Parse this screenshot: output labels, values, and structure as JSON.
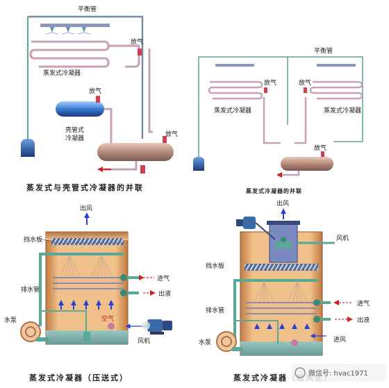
{
  "top_left": {
    "balance_pipe": "平衡管",
    "vent_1": "放气",
    "vent_2": "放气",
    "vent_3": "放气",
    "evap_condenser": "蒸发式冷凝器",
    "shell_tube_line1": "壳管式",
    "shell_tube_line2": "冷凝器",
    "caption": "蒸发式与壳管式冷凝器的并联"
  },
  "top_right": {
    "balance_pipe": "平衡管",
    "vent_1": "放气",
    "vent_2": "放气",
    "vent_3": "放气",
    "evap_condenser_1": "蒸发式冷凝器",
    "evap_condenser_2": "蒸发式冷凝器",
    "caption": "蒸发式冷凝器的并联"
  },
  "bottom_left": {
    "air_out": "出风",
    "drift_eliminator": "挡水板",
    "drain_pipe": "排水管",
    "air": "空气",
    "gas_in": "进气",
    "liquid_out": "出液",
    "pump": "水泵",
    "fan": "风机",
    "caption": "蒸发式冷凝器（压送式）"
  },
  "bottom_right": {
    "air_out": "出风",
    "fan": "风机",
    "drift_eliminator": "挡水板",
    "drain_pipe": "排水管",
    "gas_in": "进气",
    "liquid_out": "出液",
    "pump": "水泵",
    "air_in": "进风",
    "caption": "蒸发式冷凝器（吸风式）"
  },
  "watermark": "微信号: hvac1971",
  "colors": {
    "pipe": "#8a7a9a",
    "pipe_pink": "#c8a0b8",
    "tank": "#a08a7a",
    "water_pipe": "#5aa896",
    "casing": "#e8b47c",
    "casing_dark": "#c98a4c",
    "arrow_blue": "#2a3fcf",
    "arrow_red": "#d02020"
  }
}
